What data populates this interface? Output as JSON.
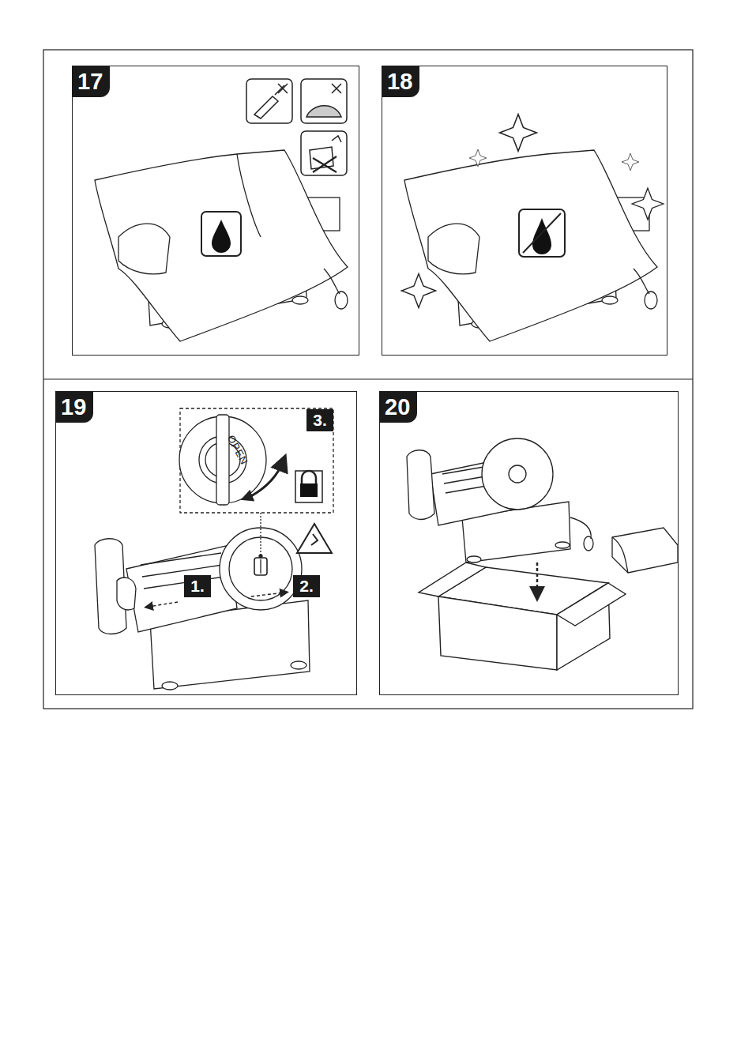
{
  "diagram": {
    "nodes": [
      {
        "text": [
          "17"
        ]
      },
      {
        "text": [
          "18"
        ]
      },
      {
        "text": [
          "19"
        ]
      },
      {
        "text": [
          "3."
        ],
        "in": 2
      },
      {
        "text": [
          "1."
        ],
        "in": 2
      },
      {
        "text": [
          "2."
        ],
        "in": 2
      },
      {
        "text": [
          "20"
        ]
      }
    ],
    "labels": [
      "OPEN"
    ]
  }
}
